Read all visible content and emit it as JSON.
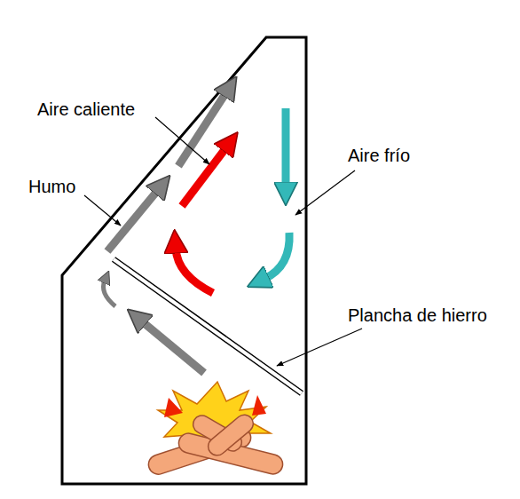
{
  "diagram": {
    "labels": [
      "Aire caliente",
      "Humo",
      "Aire frío",
      "Plancha de hierro"
    ]
  }
}
